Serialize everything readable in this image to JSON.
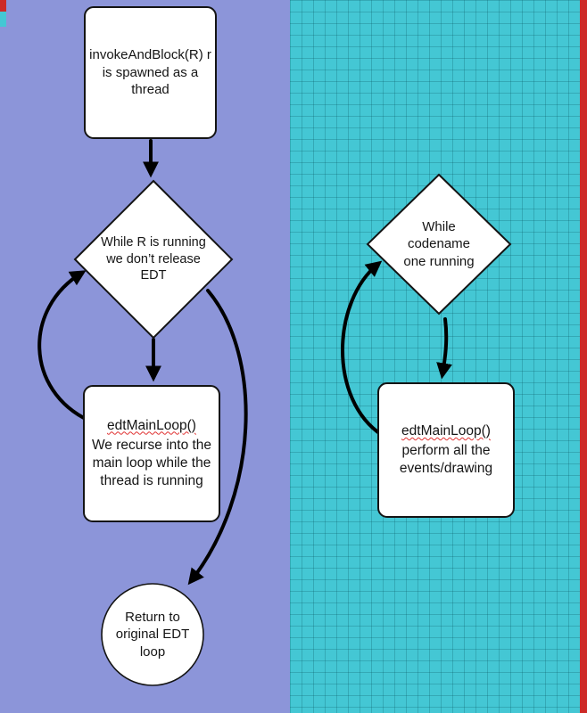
{
  "palette": {
    "left_bg": "#8c95d9",
    "right_bg": "#44c7d4",
    "red_strip": "#cd2a27",
    "shape_fill": "#ffffff",
    "shape_stroke": "#141414",
    "arrow_color": "#000000",
    "spellcheck_underline": "#e03030"
  },
  "left": {
    "start_box": {
      "text": "invokeAndBlock(R) r is spawned as a thread"
    },
    "decision": {
      "text": "While R is running we don’t release EDT"
    },
    "loop_box": {
      "title": "edtMainLoop()",
      "body": "We recurse into the main loop while the thread is running"
    },
    "end_circle": {
      "text": "Return to original EDT loop"
    }
  },
  "right": {
    "decision": {
      "text": "While codename one running"
    },
    "loop_box": {
      "title": "edtMainLoop()",
      "body": "perform all the events/drawing"
    }
  }
}
